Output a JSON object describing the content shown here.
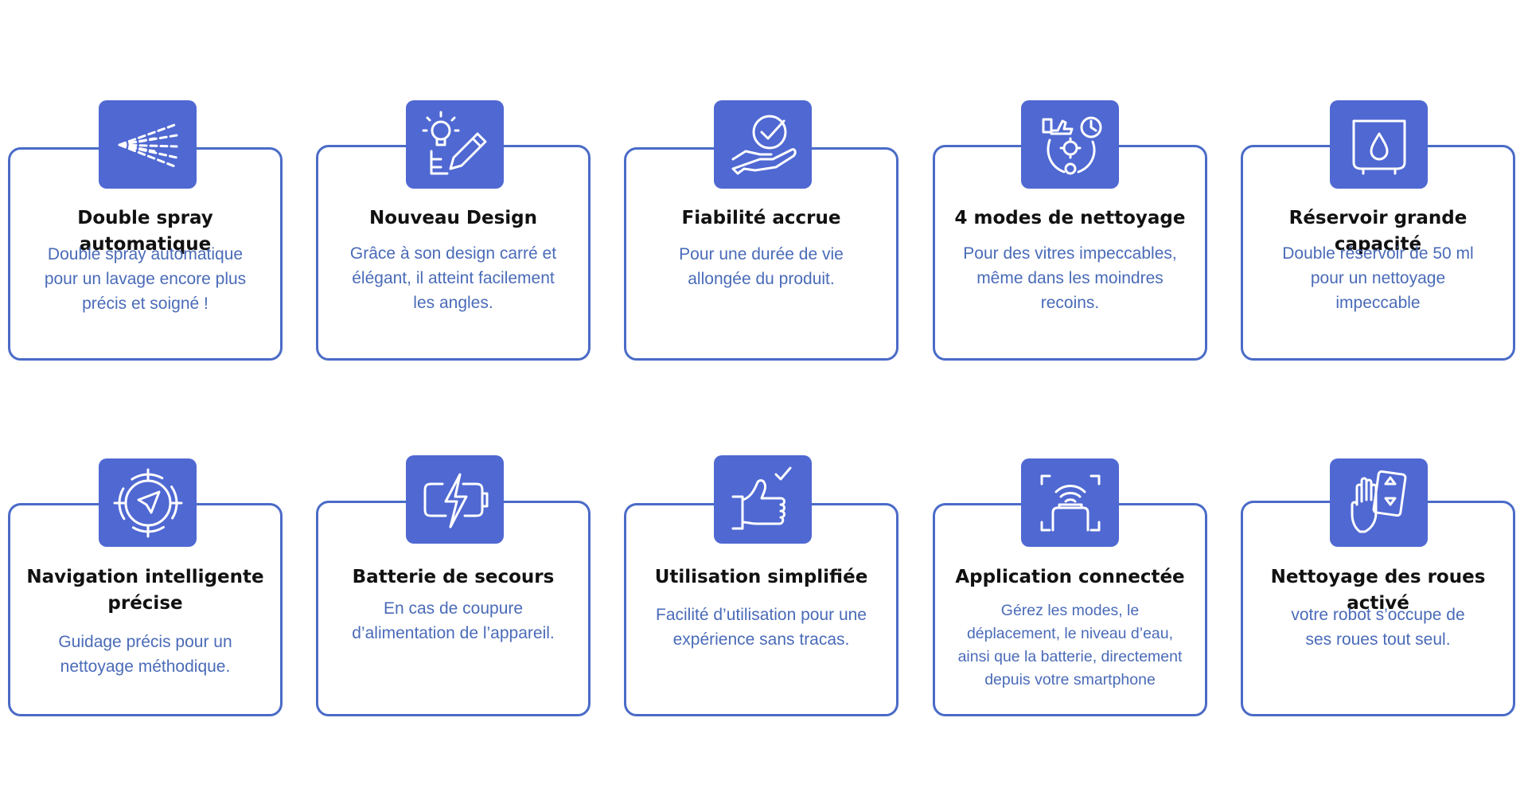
{
  "accent_color": "#4f68d2",
  "border_color": "#4a6bc7",
  "features": [
    {
      "icon": "spray-icon",
      "title": "Double spray automatique",
      "description": "Double spray automatique\npour un lavage encore plus\nprécis et soigné !"
    },
    {
      "icon": "lightbulb-pencil-icon",
      "title": "Nouveau Design",
      "description": "Grâce à son design carré et\nélégant, il atteint facilement\nles angles."
    },
    {
      "icon": "hand-check-icon",
      "title": "Fiabilité accrue",
      "description": "Pour une durée de vie\nallongée du produit."
    },
    {
      "icon": "modes-cycle-icon",
      "title": "4 modes de nettoyage",
      "description": "Pour des vitres impeccables,\nmême dans les moindres\nrecoins."
    },
    {
      "icon": "water-tank-icon",
      "title": "Réservoir grande capacité",
      "description": "Double réservoir de 50 ml\npour un nettoyage\nimpeccable"
    },
    {
      "icon": "navigation-target-icon",
      "title": "Navigation intelligente\nprécise",
      "description": "Guidage précis pour un\nnettoyage méthodique."
    },
    {
      "icon": "battery-bolt-icon",
      "title": "Batterie de secours",
      "description": "En cas de coupure\nd’alimentation de l’appareil."
    },
    {
      "icon": "thumbs-up-check-icon",
      "title": "Utilisation simplifiée",
      "description": "Facilité d’utilisation pour une\nexpérience sans tracas."
    },
    {
      "icon": "wifi-robot-icon",
      "title": "Application connectée",
      "description": "Gérez les modes, le\ndéplacement, le niveau d’eau,\nainsi que la batterie, directement\ndepuis votre smartphone"
    },
    {
      "icon": "hand-remote-icon",
      "title": "Nettoyage des roues activé",
      "description": "votre robot s’occupe de\nses roues tout seul."
    }
  ]
}
